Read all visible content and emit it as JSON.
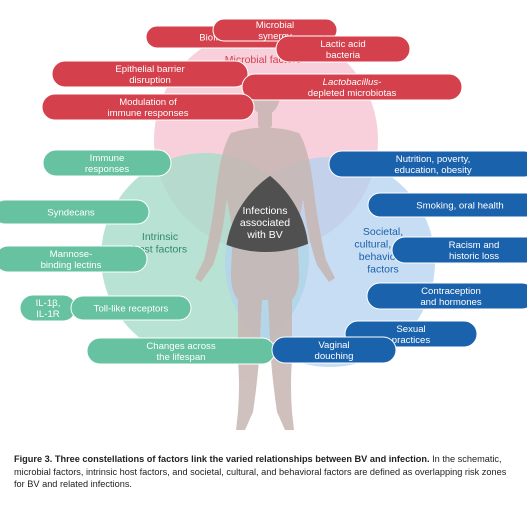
{
  "colors": {
    "microbial_zone": "#f7c8d6",
    "host_zone": "#a8dccb",
    "societal_zone": "#b3d2f0",
    "center": "#505050",
    "silhouette": "#c7b6b2",
    "microbial_pill": "#d4404c",
    "host_pill": "#66c2a0",
    "societal_pill": "#1b62ad",
    "microbial_text": "#d4404c",
    "host_text": "#2e8a68",
    "societal_text": "#1b62ad"
  },
  "zones": {
    "microbial": {
      "label": [
        "Microbial factors"
      ]
    },
    "host": {
      "label": [
        "Intrinsic",
        "host factors"
      ]
    },
    "societal": {
      "label": [
        "Societal,",
        "cultural, and",
        "behavioral",
        "factors"
      ]
    },
    "center": {
      "label": [
        "Infections",
        "associated",
        "with BV"
      ]
    }
  },
  "microbial_factors": [
    {
      "lines": [
        "Biofilms"
      ]
    },
    {
      "lines": [
        "Microbial",
        "synergy"
      ]
    },
    {
      "lines": [
        "Lactic acid",
        "bacteria"
      ]
    },
    {
      "lines": [
        "Epithelial barrier",
        "disruption"
      ]
    },
    {
      "lines": [
        "Lactobacillus-",
        "depleted microbiotas"
      ],
      "italic_first": true
    },
    {
      "lines": [
        "Modulation of",
        "immune responses"
      ]
    }
  ],
  "host_factors": [
    {
      "lines": [
        "Immune",
        "responses"
      ]
    },
    {
      "lines": [
        "Syndecans"
      ]
    },
    {
      "lines": [
        "Mannose-",
        "binding lectins"
      ]
    },
    {
      "lines": [
        "IL-1β,",
        "IL-1R"
      ]
    },
    {
      "lines": [
        "Toll-like receptors"
      ]
    },
    {
      "lines": [
        "Changes across",
        "the lifespan"
      ]
    }
  ],
  "societal_factors": [
    {
      "lines": [
        "Nutrition, poverty,",
        "education, obesity"
      ]
    },
    {
      "lines": [
        "Smoking, oral health"
      ]
    },
    {
      "lines": [
        "Racism and",
        "historic loss"
      ]
    },
    {
      "lines": [
        "Contraception",
        "and hormones"
      ]
    },
    {
      "lines": [
        "Sexual",
        "practices"
      ]
    },
    {
      "lines": [
        "Vaginal",
        "douching"
      ]
    }
  ],
  "caption": {
    "bold": "Figure 3. Three constellations of factors link the varied relationships between BV and infection.",
    "text": " In the schematic, microbial factors, intrinsic host factors, and societal, cultural, and behavioral factors are defined as overlapping risk zones for BV and related infections."
  }
}
